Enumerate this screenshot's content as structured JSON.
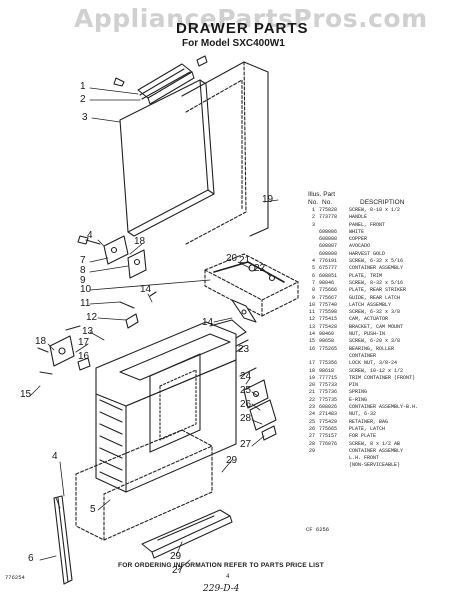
{
  "watermark": "AppliancePartsPros.com",
  "title": "DRAWER PARTS",
  "subtitle": "For Model SXC400W1",
  "table": {
    "header_illus": "Illus.",
    "header_part": "Part",
    "header_no": "No.",
    "header_no2": "No.",
    "header_desc": "DESCRIPTION",
    "rows": [
      {
        "illus": "1",
        "part": "775828",
        "desc": "SCREW, 8-18 x 1/2"
      },
      {
        "illus": "2",
        "part": "773778",
        "desc": "HANDLE"
      },
      {
        "illus": "3",
        "part": "",
        "desc": "PANEL, FRONT"
      },
      {
        "illus": "",
        "part": "608006",
        "desc": "WHITE"
      },
      {
        "illus": "",
        "part": "608008",
        "desc": "COPPER"
      },
      {
        "illus": "",
        "part": "608007",
        "desc": "AVOCADO"
      },
      {
        "illus": "",
        "part": "608008",
        "desc": "HARVEST GOLD"
      },
      {
        "illus": "4",
        "part": "776191",
        "desc": "SCREW, 6-32 x 5/16"
      },
      {
        "illus": "5",
        "part": "675777",
        "desc": "CONTAINER ASSEMBLY"
      },
      {
        "illus": "6",
        "part": "608051",
        "desc": "PLATE, TRIM"
      },
      {
        "illus": "7",
        "part": "98046",
        "desc": "SCREW, 8-32 x 5/16"
      },
      {
        "illus": "8",
        "part": "775666",
        "desc": "PLATE, REAR STRIKER"
      },
      {
        "illus": "9",
        "part": "775667",
        "desc": "GUIDE, REAR LATCH"
      },
      {
        "illus": "10",
        "part": "775740",
        "desc": "LATCH ASSEMBLY"
      },
      {
        "illus": "11",
        "part": "775598",
        "desc": "SCREW, 6-32 x 3/8"
      },
      {
        "illus": "12",
        "part": "775415",
        "desc": "CAM, ACTUATOR"
      },
      {
        "illus": "13",
        "part": "775428",
        "desc": "BRACKET, CAM MOUNT"
      },
      {
        "illus": "14",
        "part": "98460",
        "desc": "NUT, PUSH-IN"
      },
      {
        "illus": "15",
        "part": "98658",
        "desc": "SCREW, 6-20 x 3/8"
      },
      {
        "illus": "16",
        "part": "775265",
        "desc": "BEARING, ROLLER"
      },
      {
        "illus": "",
        "part": "",
        "desc": "CONTAINER"
      },
      {
        "illus": "17",
        "part": "775356",
        "desc": "LOCK NUT, 3/8-24"
      },
      {
        "illus": "18",
        "part": "98618",
        "desc": "SCREW, 10-12 x 1/2"
      },
      {
        "illus": "19",
        "part": "777715",
        "desc": "TRIM CONTAINER (FRONT)"
      },
      {
        "illus": "20",
        "part": "775733",
        "desc": "PIN"
      },
      {
        "illus": "21",
        "part": "775736",
        "desc": "SPRING"
      },
      {
        "illus": "22",
        "part": "775735",
        "desc": "E-RING"
      },
      {
        "illus": "23",
        "part": "608026",
        "desc": "CONTAINER ASSEMBLY-B.H."
      },
      {
        "illus": "24",
        "part": "271483",
        "desc": "NUT, 6-32"
      },
      {
        "illus": "25",
        "part": "775429",
        "desc": "RETAINER, BAG"
      },
      {
        "illus": "26",
        "part": "775665",
        "desc": "PLATE, LATCH"
      },
      {
        "illus": "27",
        "part": "775157",
        "desc": "FOR PLATE"
      },
      {
        "illus": "28",
        "part": "776076",
        "desc": "SCREW, 8 x 1/2 AB"
      },
      {
        "illus": "29",
        "part": "",
        "desc": "CONTAINER ASSEMBLY"
      },
      {
        "illus": "",
        "part": "",
        "desc": "L.H. FRONT"
      },
      {
        "illus": "",
        "part": "",
        "desc": "(NON-SERVICEABLE)"
      }
    ]
  },
  "callouts": [
    "1",
    "2",
    "3",
    "19",
    "4",
    "7",
    "18",
    "8",
    "9",
    "20",
    "21",
    "22",
    "10",
    "11",
    "12",
    "14",
    "14",
    "13",
    "17",
    "16",
    "18",
    "15",
    "23",
    "24",
    "25",
    "26",
    "28",
    "27",
    "29",
    "4",
    "5",
    "6",
    "29",
    "27"
  ],
  "code_right": "CF 6256",
  "code_left": "776254",
  "footer": "FOR ORDERING INFORMATION REFER TO PARTS PRICE LIST",
  "page_mark": "4",
  "handwritten": "229-D-4"
}
